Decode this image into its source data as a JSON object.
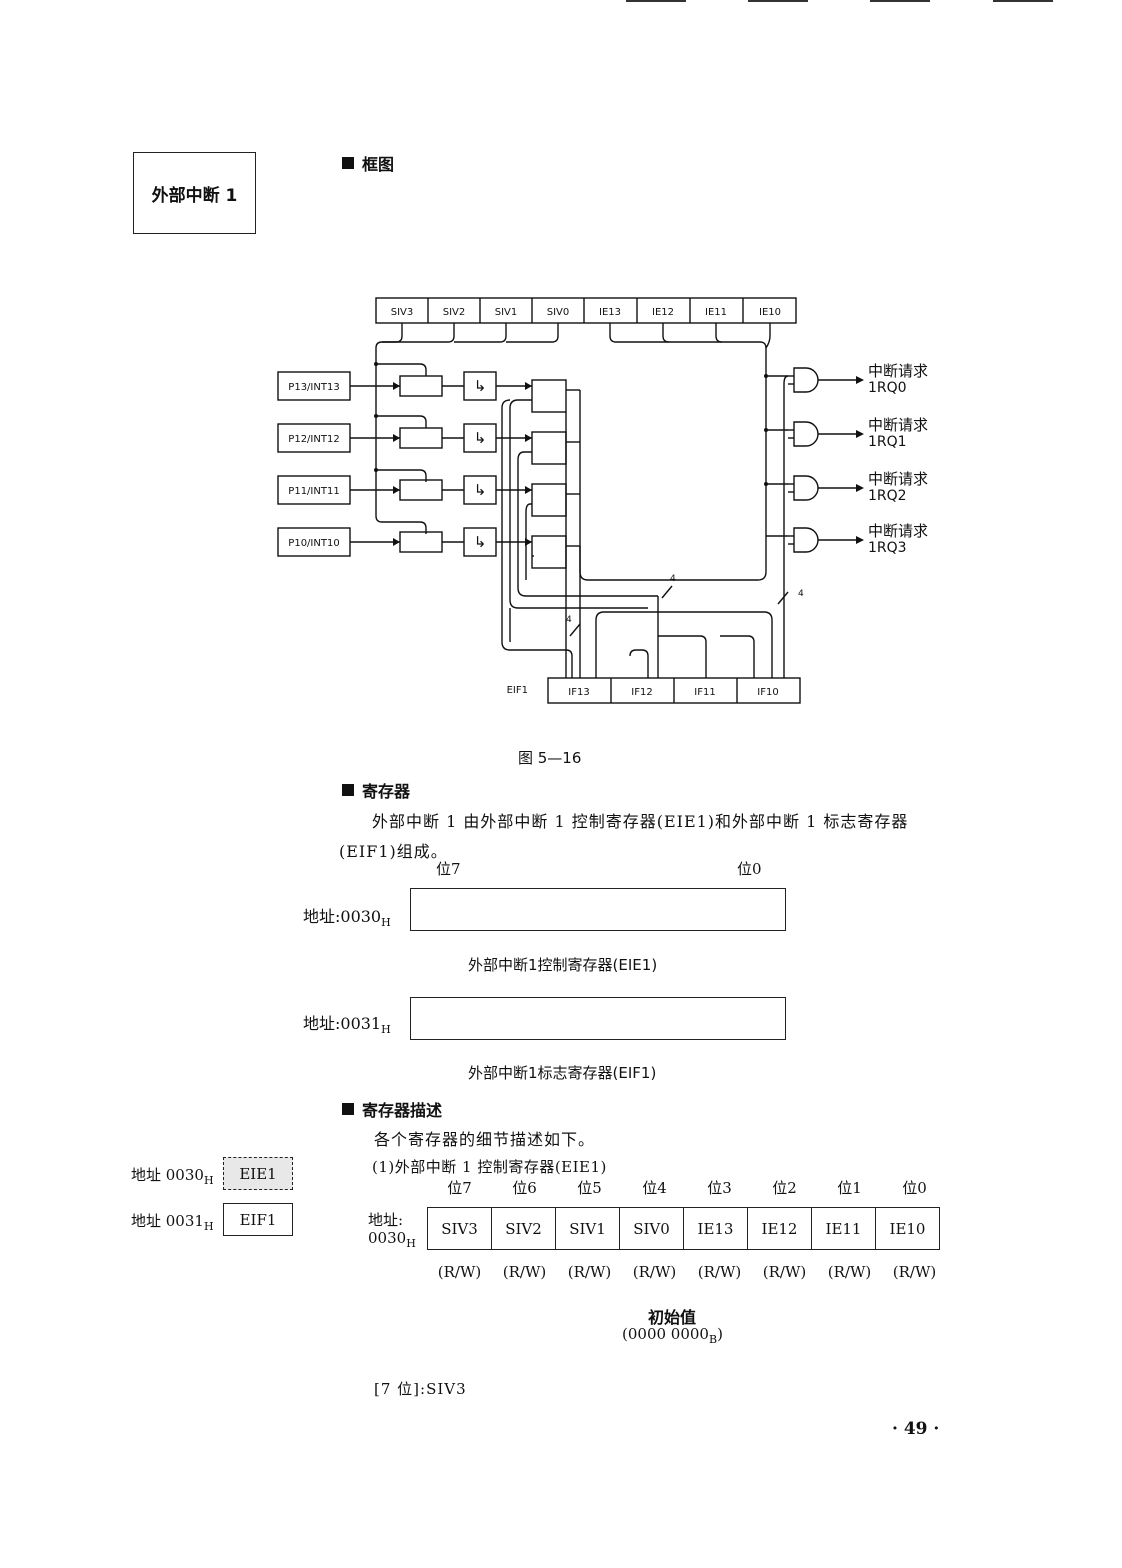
{
  "section_title": "外部中断 1",
  "headings": {
    "block_diagram": "框图",
    "registers": "寄存器",
    "register_desc": "寄存器描述"
  },
  "diagram": {
    "top_register": [
      "SIV3",
      "SIV2",
      "SIV1",
      "SIV0",
      "IE13",
      "IE12",
      "IE11",
      "IE10"
    ],
    "inputs": [
      "P13/INT13",
      "P12/INT12",
      "P11/INT11",
      "P10/INT10"
    ],
    "outputs": [
      {
        "label": "中断请求",
        "name": "1RQ0"
      },
      {
        "label": "中断请求",
        "name": "1RQ1"
      },
      {
        "label": "中断请求",
        "name": "1RQ2"
      },
      {
        "label": "中断请求",
        "name": "1RQ3"
      }
    ],
    "flag_register_name": "EIF1",
    "flag_register": [
      "IF13",
      "IF12",
      "IF11",
      "IF10"
    ],
    "bus_width": "4",
    "edge_symbol": "↳"
  },
  "figure_caption": "图 5—16",
  "registers_text_1": "外部中断 1 由外部中断 1 控制寄存器(EIE1)和外部中断 1 标志寄存器",
  "registers_text_2": "(EIF1)组成。",
  "reg_map": {
    "bit_high": "位7",
    "bit_low": "位0",
    "eie1": {
      "addr": "地址:0030",
      "sub": "H",
      "caption": "外部中断1控制寄存器(EIE1)"
    },
    "eif1": {
      "addr": "地址:0031",
      "sub": "H",
      "caption": "外部中断1标志寄存器(EIF1)"
    }
  },
  "side_regs": [
    {
      "addr": "地址 0030",
      "sub": "H",
      "name": "EIE1"
    },
    {
      "addr": "地址 0031",
      "sub": "H",
      "name": "EIF1"
    }
  ],
  "desc_intro": "各个寄存器的细节描述如下。",
  "eie1_detail": {
    "title": "(1)外部中断 1 控制寄存器(EIE1)",
    "bit_labels": [
      "位7",
      "位6",
      "位5",
      "位4",
      "位3",
      "位2",
      "位1",
      "位0"
    ],
    "addr_line1": "地址:",
    "addr_line2": "0030",
    "addr_sub": "H",
    "bits": [
      "SIV3",
      "SIV2",
      "SIV1",
      "SIV0",
      "IE13",
      "IE12",
      "IE11",
      "IE10"
    ],
    "rw": [
      "(R/W)",
      "(R/W)",
      "(R/W)",
      "(R/W)",
      "(R/W)",
      "(R/W)",
      "(R/W)",
      "(R/W)"
    ],
    "init_label": "初始值",
    "init_value": "(0000 0000",
    "init_sub": "B",
    "init_close": ")"
  },
  "bit7_line": "[7 位]:SIV3",
  "page_number": "· 49 ·"
}
